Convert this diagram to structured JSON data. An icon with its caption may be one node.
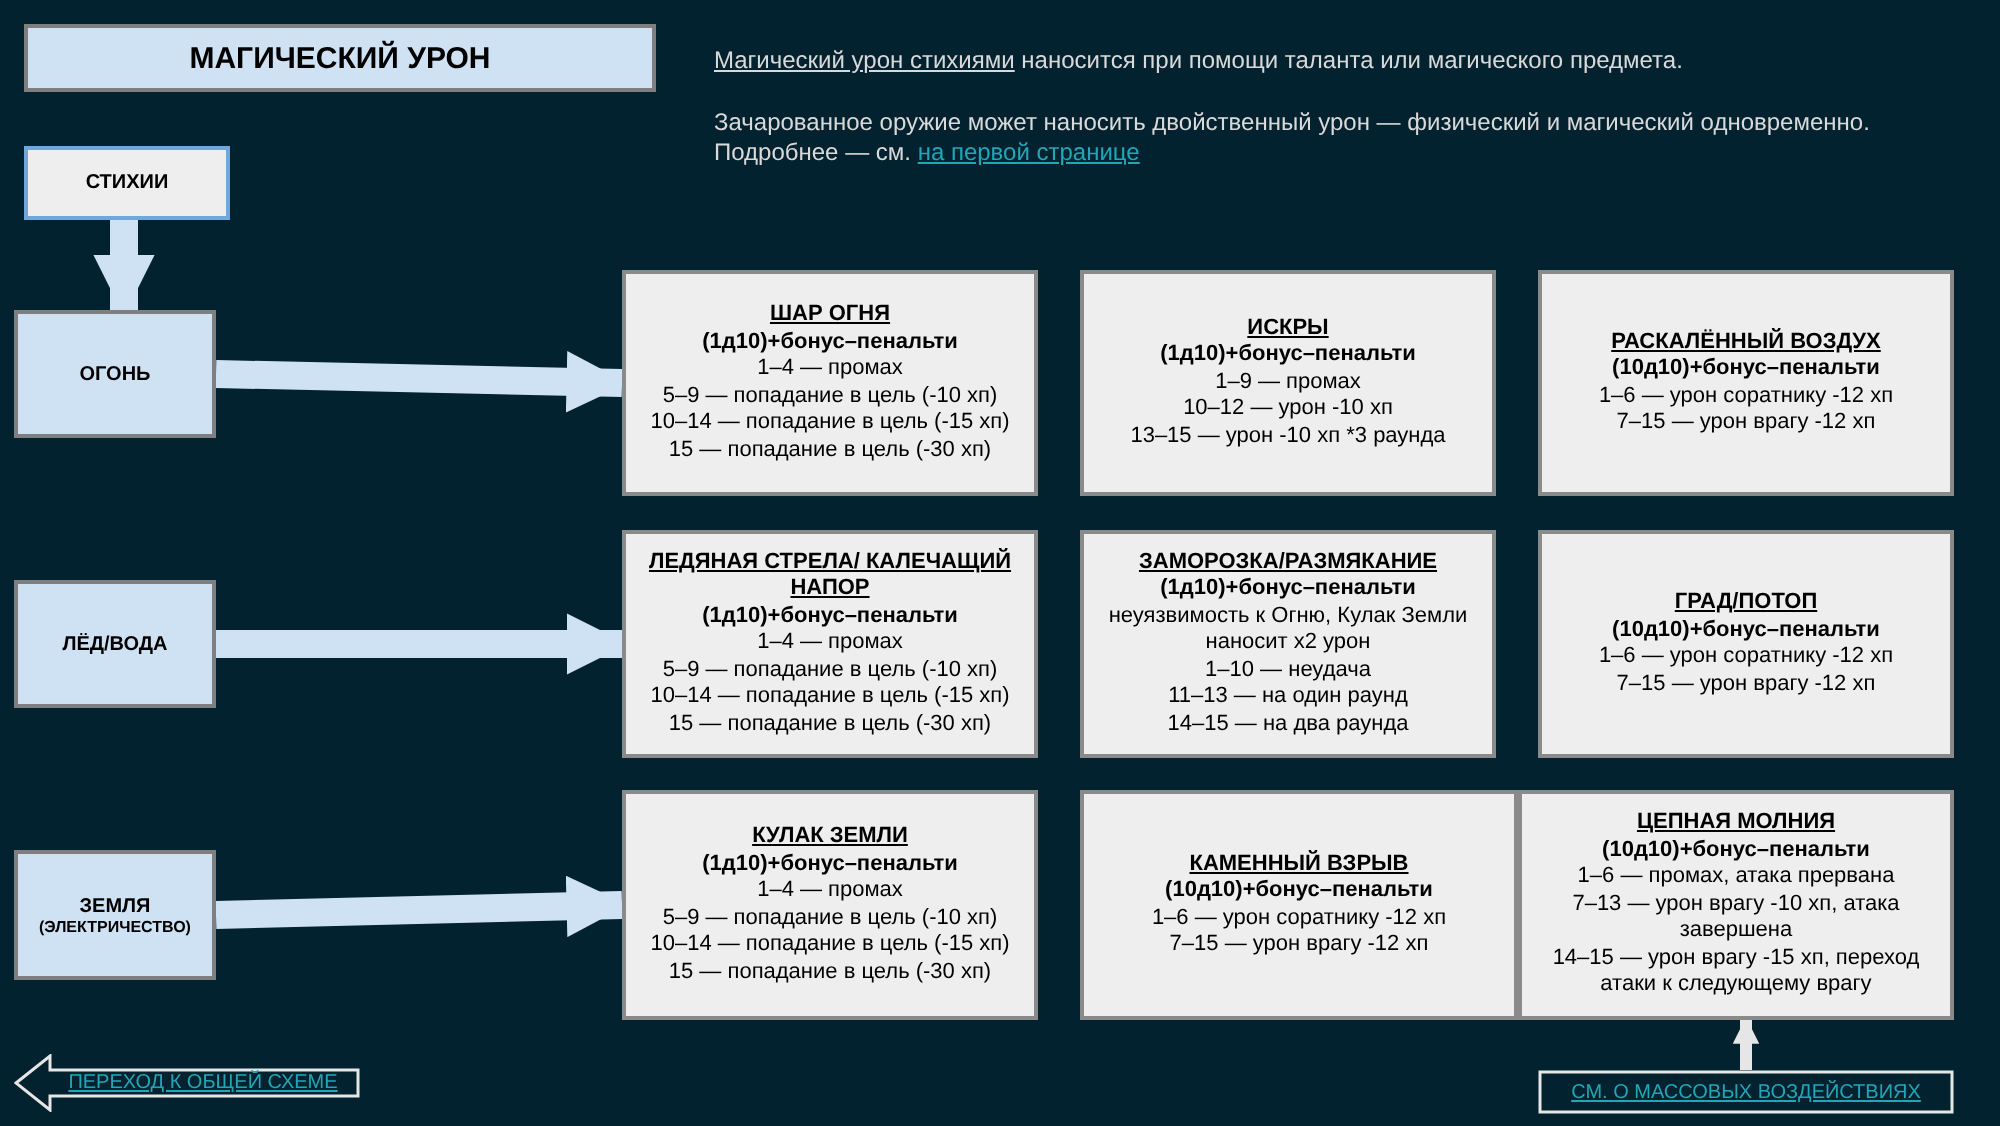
{
  "diagram": {
    "title": "МАГИЧЕСКИЙ УРОН",
    "nodes": [
      {
        "text": [
          "СТИХИИ"
        ]
      },
      {
        "text": [
          "ОГОНЬ"
        ]
      },
      {
        "text": [
          "ЛЁД/ВОДА"
        ]
      },
      {
        "text": [
          "ЗЕМЛЯ",
          "(ЭЛЕКТРИЧЕСТВО)"
        ]
      },
      {
        "text": [
          "ШАР ОГНЯ",
          "(1д10)+бонус–пенальти",
          "1–4 — промах",
          "5–9 — попадание в цель (-10 хп)",
          "10–14 — попадание в цель (-15 хп)",
          "15 — попадание в цель (-30 хп)"
        ]
      },
      {
        "text": [
          "ИСКРЫ",
          "(1д10)+бонус–пенальти",
          "1–9 — промах",
          "10–12 — урон -10 хп",
          "13–15 — урон -10 хп *3 раунда"
        ]
      },
      {
        "text": [
          "РАСКАЛЁННЫЙ ВОЗДУХ",
          "(10д10)+бонус–пенальти",
          "1–6 — урон соратнику -12 хп",
          "7–15 — урон врагу -12 хп"
        ]
      },
      {
        "text": [
          "ЛЕДЯНАЯ СТРЕЛА/ КАЛЕЧАЩИЙ НАПОР",
          "(1д10)+бонус–пенальти",
          "1–4 — промах",
          "5–9 — попадание в цель (-10 хп)",
          "10–14 — попадание в цель (-15 хп)",
          "15 — попадание в цель (-30 хп)"
        ]
      },
      {
        "text": [
          "ЗАМОРОЗКА/РАЗМЯКАНИЕ",
          "(1д10)+бонус–пенальти",
          "неуязвимость к Огню, Кулак Земли наносит x2 урон",
          "1–10 — неудача",
          "11–13 — на один раунд",
          "14–15 — на два раунда"
        ]
      },
      {
        "text": [
          "ГРАД/ПОТОП",
          "(10д10)+бонус–пенальти",
          "1–6 — урон соратнику -12 хп",
          "7–15 — урон врагу -12 хп"
        ]
      },
      {
        "text": [
          "КУЛАК ЗЕМЛИ",
          "(1д10)+бонус–пенальти",
          "1–4 — промах",
          "5–9 — попадание в цель (-10 хп)",
          "10–14 — попадание в цель (-15 хп)",
          "15 — попадание в цель (-30 хп)"
        ]
      },
      {
        "text": [
          "КАМЕННЫЙ ВЗРЫВ",
          "(10д10)+бонус–пенальти",
          "1–6 — урон соратнику -12 хп",
          "7–15 — урон врагу -12 хп"
        ]
      },
      {
        "text": [
          "ЦЕПНАЯ МОЛНИЯ",
          "(10д10)+бонус–пенальти",
          "1–6 — промах, атака прервана",
          "7–13 — урон врагу -10 хп, атака завершена",
          "14–15 — урон врагу -15 хп, переход атаки к следующему врагу"
        ]
      },
      {
        "text": [
          "ПЕРЕХОД К ОБЩЕЙ СХЕМЕ"
        ]
      },
      {
        "text": [
          "СМ. О МАССОВЫХ ВОЗДЕЙСТВИЯХ"
        ]
      }
    ],
    "edges": [
      {
        "from": 0,
        "to": 1,
        "arrow": "to"
      },
      {
        "from": 1,
        "to": 4,
        "arrow": "to"
      },
      {
        "from": 2,
        "to": 7,
        "arrow": "to"
      },
      {
        "from": 3,
        "to": 10,
        "arrow": "to"
      },
      {
        "from": 14,
        "to": 12,
        "arrow": "to"
      }
    ],
    "labels": [
      "Магический урон стихиями",
      "наносится при помощи таланта или магического предмета.",
      "Зачарованное оружие может наносить двойственный урон — физический и магический одновременно.",
      "Подробнее — см.",
      "на первой странице"
    ]
  }
}
